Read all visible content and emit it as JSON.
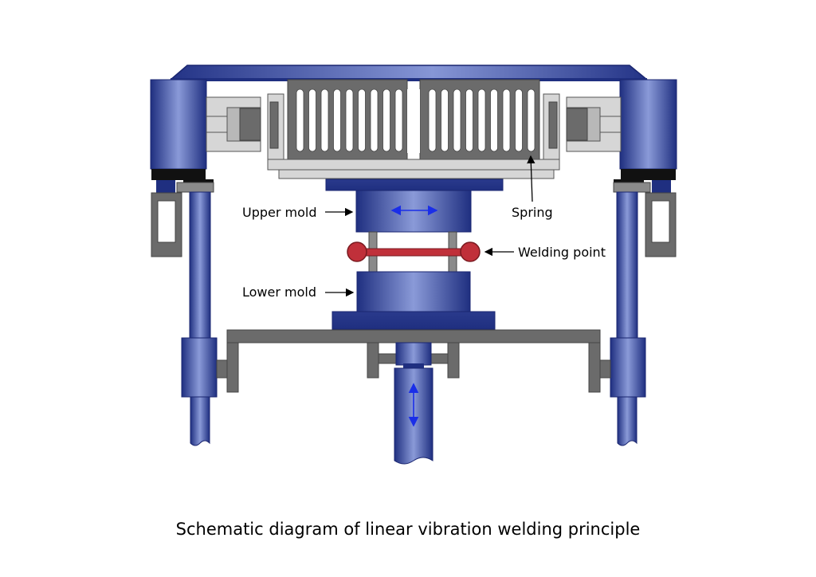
{
  "labels": {
    "upper_mold": "Upper mold",
    "lower_mold": "Lower mold",
    "spring": "Spring",
    "welding_point": "Welding point"
  },
  "caption": "Schematic diagram of linear vibration welding principle",
  "colors": {
    "steel_blue_dark": "#1f2f80",
    "steel_blue_light": "#8a9ad8",
    "frame_gray": "#6b6b6b",
    "light_gray": "#d6d6d6",
    "weld_red": "#c0303a",
    "arrow_blue": "#1a2ee8"
  }
}
